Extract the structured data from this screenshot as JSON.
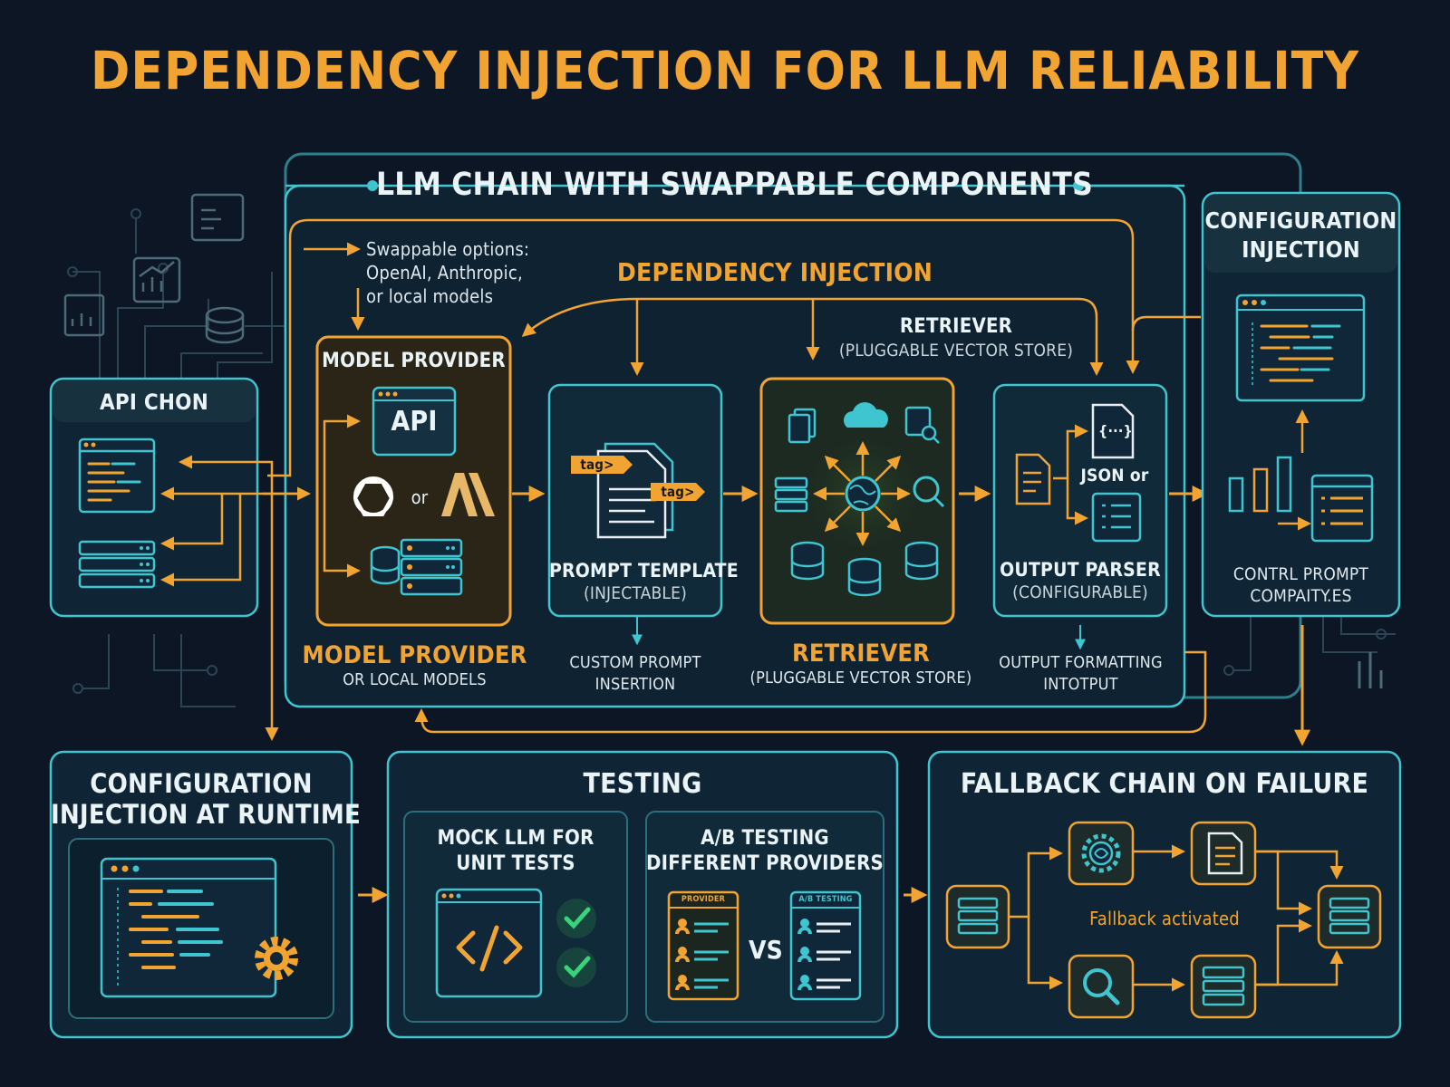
{
  "title": "DEPENDENCY INJECTION FOR LLM RELIABILITY",
  "chain": {
    "title": "LLM CHAIN WITH SWAPPABLE COMPONENTS",
    "swappable_note": [
      "Swappable options:",
      "OpenAI, Anthropic,",
      "or local models"
    ],
    "di_label": "DEPENDENCY INJECTION",
    "retriever_top": {
      "title": "RETRIEVER",
      "sub": "(PLUGGABLE VECTOR STORE)"
    }
  },
  "api_chon": {
    "title": "API CHON"
  },
  "model_provider": {
    "title": "MODEL PROVIDER",
    "api_badge": "API",
    "or": "or",
    "caption": "MODEL PROVIDER",
    "caption_sub": "OR LOCAL MODELS"
  },
  "prompt_template": {
    "tag1": "tag>",
    "tag2": "tag>",
    "title": "PROMPT TEMPLATE",
    "sub": "(INJECTABLE)",
    "caption": [
      "CUSTOM PROMPT",
      "INSERTION"
    ]
  },
  "retriever": {
    "caption": "RETRIEVER",
    "caption_sub": "(PLUGGABLE VECTOR STORE)"
  },
  "output_parser": {
    "json_or": "JSON or",
    "title": "OUTPUT PARSER",
    "sub": "(CONFIGURABLE)",
    "caption": [
      "OUTPUT FORMATTING",
      "INTOTPUT"
    ]
  },
  "config_injection": {
    "title": [
      "CONFIGURATION",
      "INJECTION"
    ],
    "caption": [
      "CONTRL PROMPT",
      "COMPAITY.ES"
    ]
  },
  "runtime": {
    "title": [
      "CONFIGURATION",
      "INJECTION AT RUNTIME"
    ]
  },
  "testing": {
    "title": "TESTING",
    "mock": [
      "MOCK LLM FOR",
      "UNIT TESTS"
    ],
    "ab": [
      "A/B TESTING",
      "DIFFERENT PROVIDERS"
    ],
    "provider_tag": "PROVIDER",
    "ab_tag": "A/B TESTING",
    "vs": "VS"
  },
  "fallback": {
    "title": "FALLBACK CHAIN ON FAILURE",
    "activated": "Fallback activated"
  },
  "colors": {
    "orange": "#f2a432",
    "teal": "#3fc5cf",
    "panel": "#0f2535",
    "background": "#0c1624"
  }
}
